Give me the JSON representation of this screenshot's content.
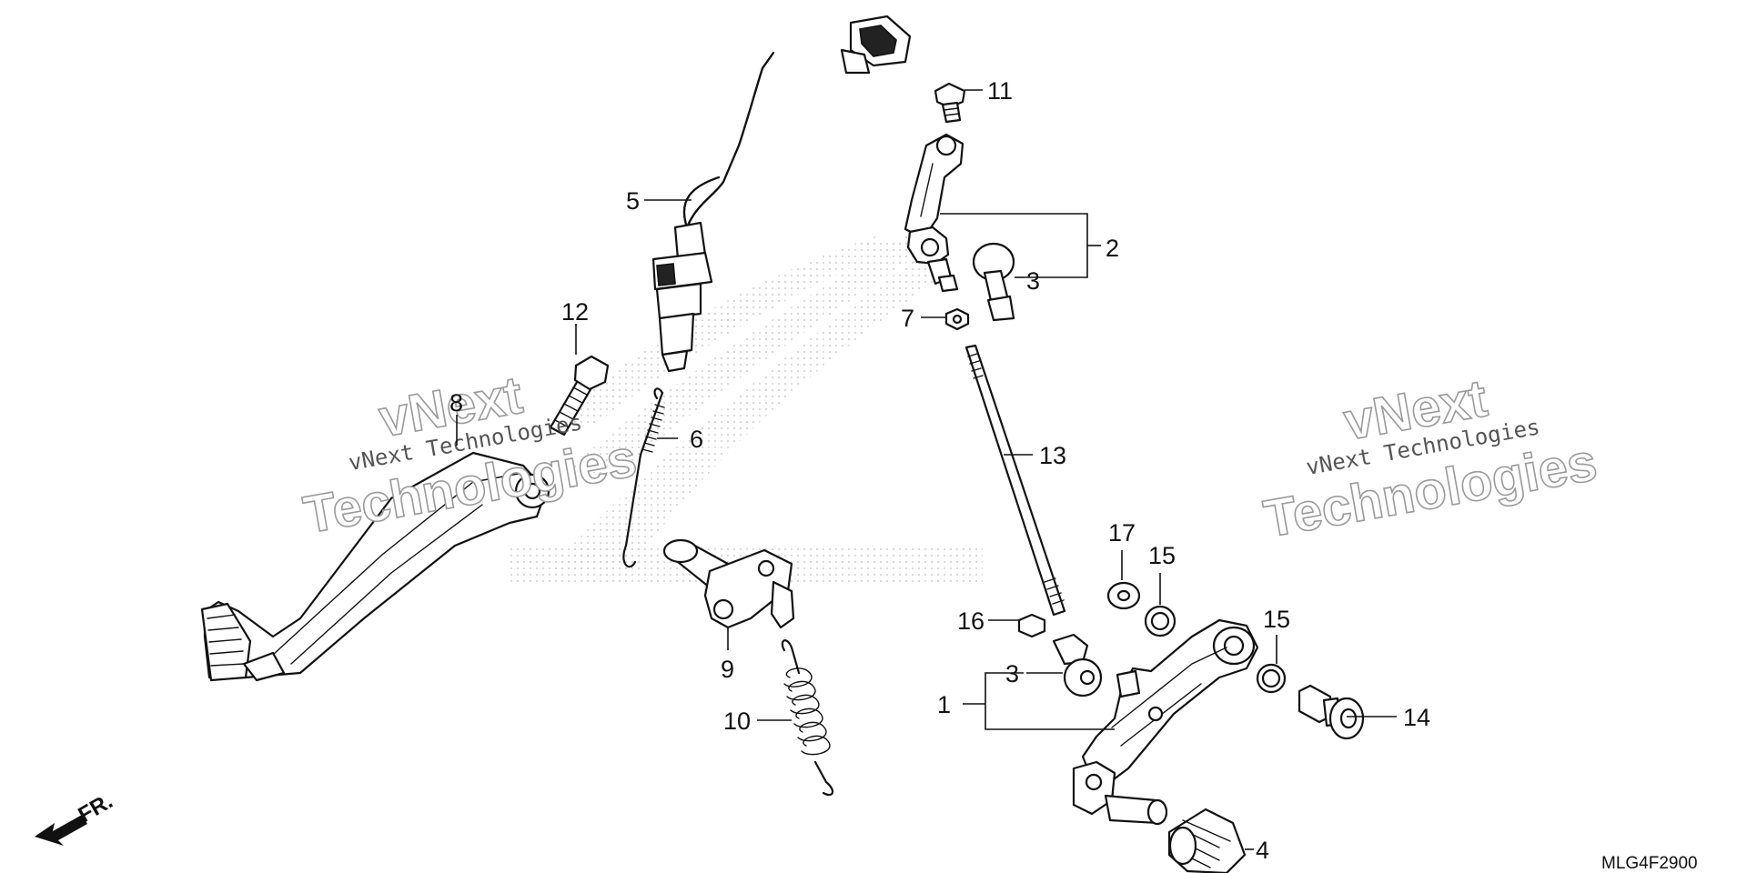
{
  "diagram": {
    "parts": [
      {
        "id": "part-1",
        "label": "1"
      },
      {
        "id": "part-2",
        "label": "2"
      },
      {
        "id": "part-3a",
        "label": "3"
      },
      {
        "id": "part-3b",
        "label": "3"
      },
      {
        "id": "part-4",
        "label": "4"
      },
      {
        "id": "part-5",
        "label": "5"
      },
      {
        "id": "part-6",
        "label": "6"
      },
      {
        "id": "part-7",
        "label": "7"
      },
      {
        "id": "part-8",
        "label": "8"
      },
      {
        "id": "part-9",
        "label": "9"
      },
      {
        "id": "part-10",
        "label": "10"
      },
      {
        "id": "part-11",
        "label": "11"
      },
      {
        "id": "part-12",
        "label": "12"
      },
      {
        "id": "part-13",
        "label": "13"
      },
      {
        "id": "part-14",
        "label": "14"
      },
      {
        "id": "part-15a",
        "label": "15"
      },
      {
        "id": "part-15b",
        "label": "15"
      },
      {
        "id": "part-16",
        "label": "16"
      },
      {
        "id": "part-17",
        "label": "17"
      }
    ],
    "diagram_code": "MLG4F2900",
    "front_indicator": "FR.",
    "watermark": {
      "line1": "vNext",
      "line2": "vNext Technologies",
      "line3": "Technologies"
    },
    "colors": {
      "ink": "#111111",
      "paper": "#ffffff",
      "watermark": "#9a9a9a"
    }
  }
}
